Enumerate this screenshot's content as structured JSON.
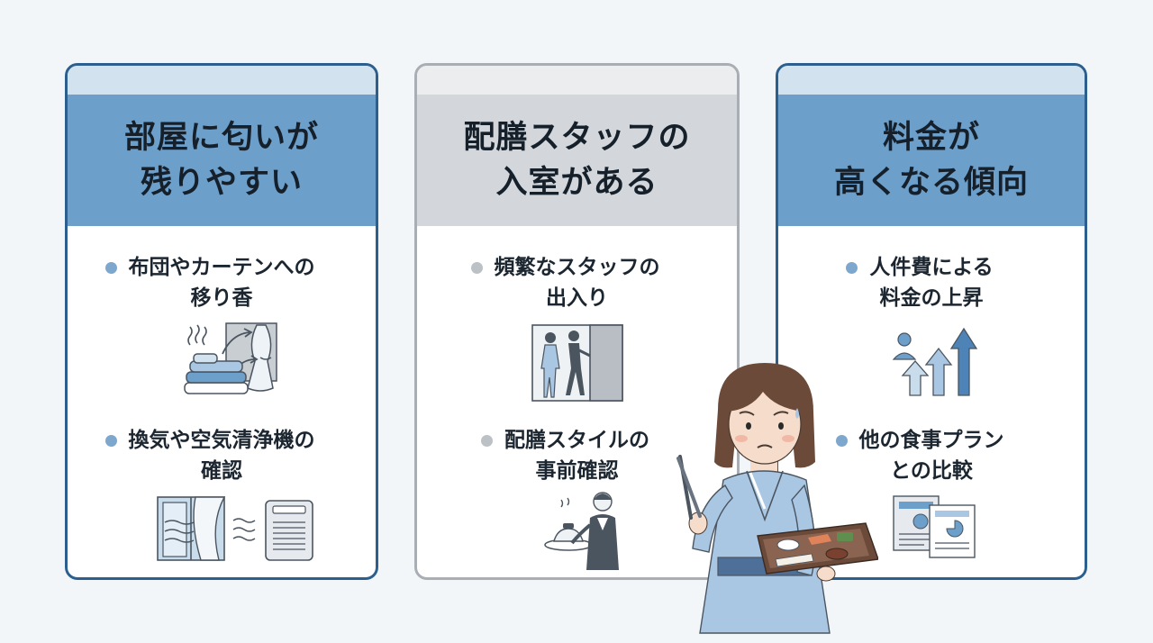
{
  "cards": [
    {
      "title_lines": [
        "部屋に匂いが",
        "残りやすい"
      ],
      "bullets": [
        {
          "lines": [
            "布団やカーテンへの",
            "移り香"
          ],
          "icon": "futon-curtain-odor-icon"
        },
        {
          "lines": [
            "換気や空気清浄機の",
            "確認"
          ],
          "icon": "window-air-purifier-icon"
        }
      ]
    },
    {
      "title_lines": [
        "配膳スタッフの",
        "入室がある"
      ],
      "bullets": [
        {
          "lines": [
            "頻繁なスタッフの",
            "出入り"
          ],
          "icon": "staff-entering-door-icon"
        },
        {
          "lines": [
            "配膳スタイルの",
            "事前確認"
          ],
          "icon": "staff-serving-meal-icon"
        }
      ]
    },
    {
      "title_lines": [
        "料金が",
        "高くなる傾向"
      ],
      "bullets": [
        {
          "lines": [
            "人件費による",
            "料金の上昇"
          ],
          "icon": "rising-cost-arrows-icon"
        },
        {
          "lines": [
            "他の食事プラン",
            "との比較"
          ],
          "icon": "plan-comparison-documents-icon"
        }
      ]
    }
  ],
  "illustration": {
    "icon": "worried-woman-holding-tray-icon"
  },
  "colors": {
    "blue_border": "#2d5f8e",
    "blue_header": "#6d9fcb",
    "gray_border": "#a9aeb4",
    "gray_header": "#d3d6da",
    "background": "#f3f6f9"
  }
}
